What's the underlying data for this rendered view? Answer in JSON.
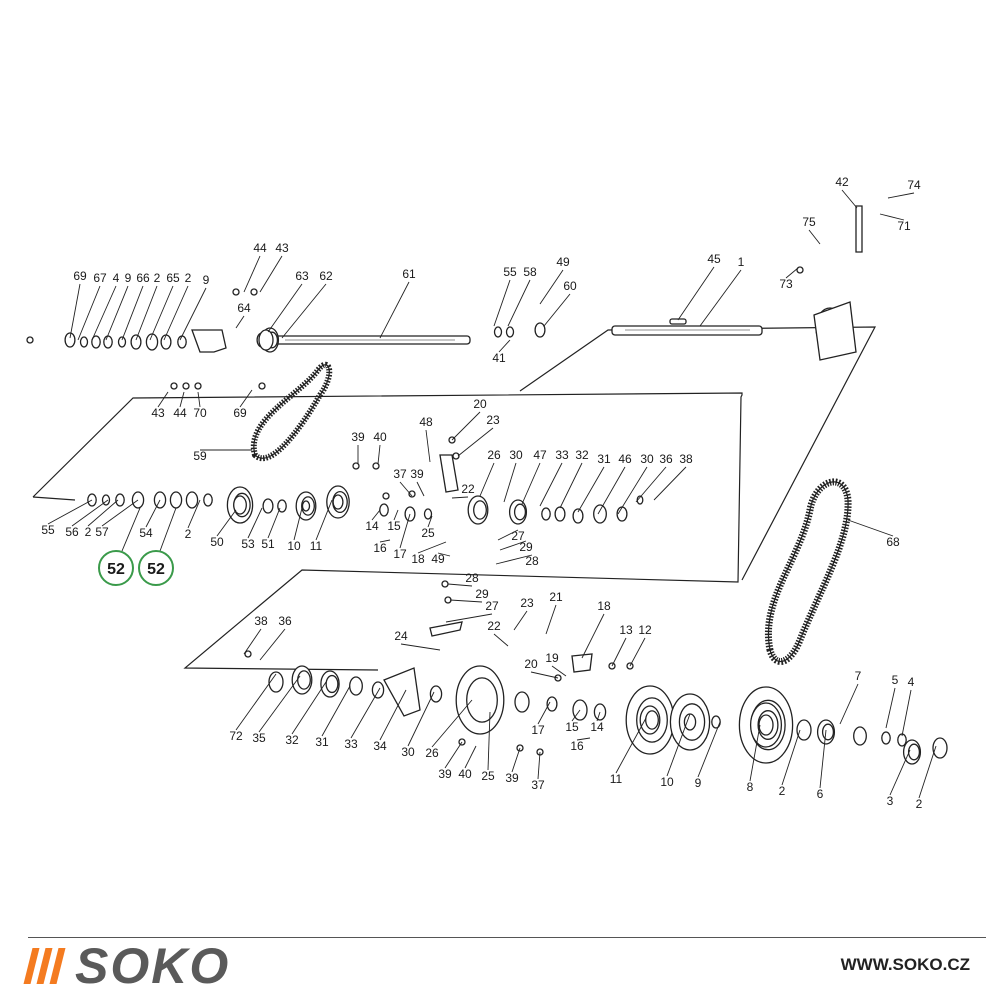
{
  "labels": [
    "69",
    "67",
    "4",
    "9",
    "66",
    "2",
    "65",
    "2",
    "9",
    "44",
    "43",
    "64",
    "63",
    "62",
    "61",
    "55",
    "58",
    "49",
    "60",
    "41",
    "45",
    "1",
    "42",
    "74",
    "75",
    "71",
    "73",
    "43",
    "44",
    "70",
    "69",
    "59",
    "20",
    "23",
    "48",
    "39",
    "40",
    "37",
    "39",
    "22",
    "26",
    "30",
    "47",
    "33",
    "32",
    "31",
    "46",
    "30",
    "36",
    "38",
    "55",
    "56",
    "2",
    "57",
    "54",
    "2",
    "50",
    "53",
    "51",
    "10",
    "11",
    "14",
    "15",
    "16",
    "17",
    "25",
    "27",
    "29",
    "28",
    "18",
    "49",
    "68",
    "28",
    "29",
    "27",
    "23",
    "21",
    "18",
    "24",
    "22",
    "38",
    "36",
    "13",
    "12",
    "19",
    "20",
    "7",
    "5",
    "4",
    "72",
    "35",
    "32",
    "31",
    "33",
    "34",
    "30",
    "26",
    "17",
    "15",
    "14",
    "16",
    "11",
    "10",
    "9",
    "8",
    "2",
    "6",
    "3",
    "2",
    "39",
    "40",
    "25",
    "39",
    "37"
  ],
  "highlighted_labels": [
    "52",
    "52"
  ],
  "brand": {
    "logo_text": "SOKO",
    "website": "WWW.SOKO.CZ",
    "accent_color": "#f47b20",
    "text_color": "#5a5a5a",
    "highlight_ring_color": "#3a9a4a"
  }
}
